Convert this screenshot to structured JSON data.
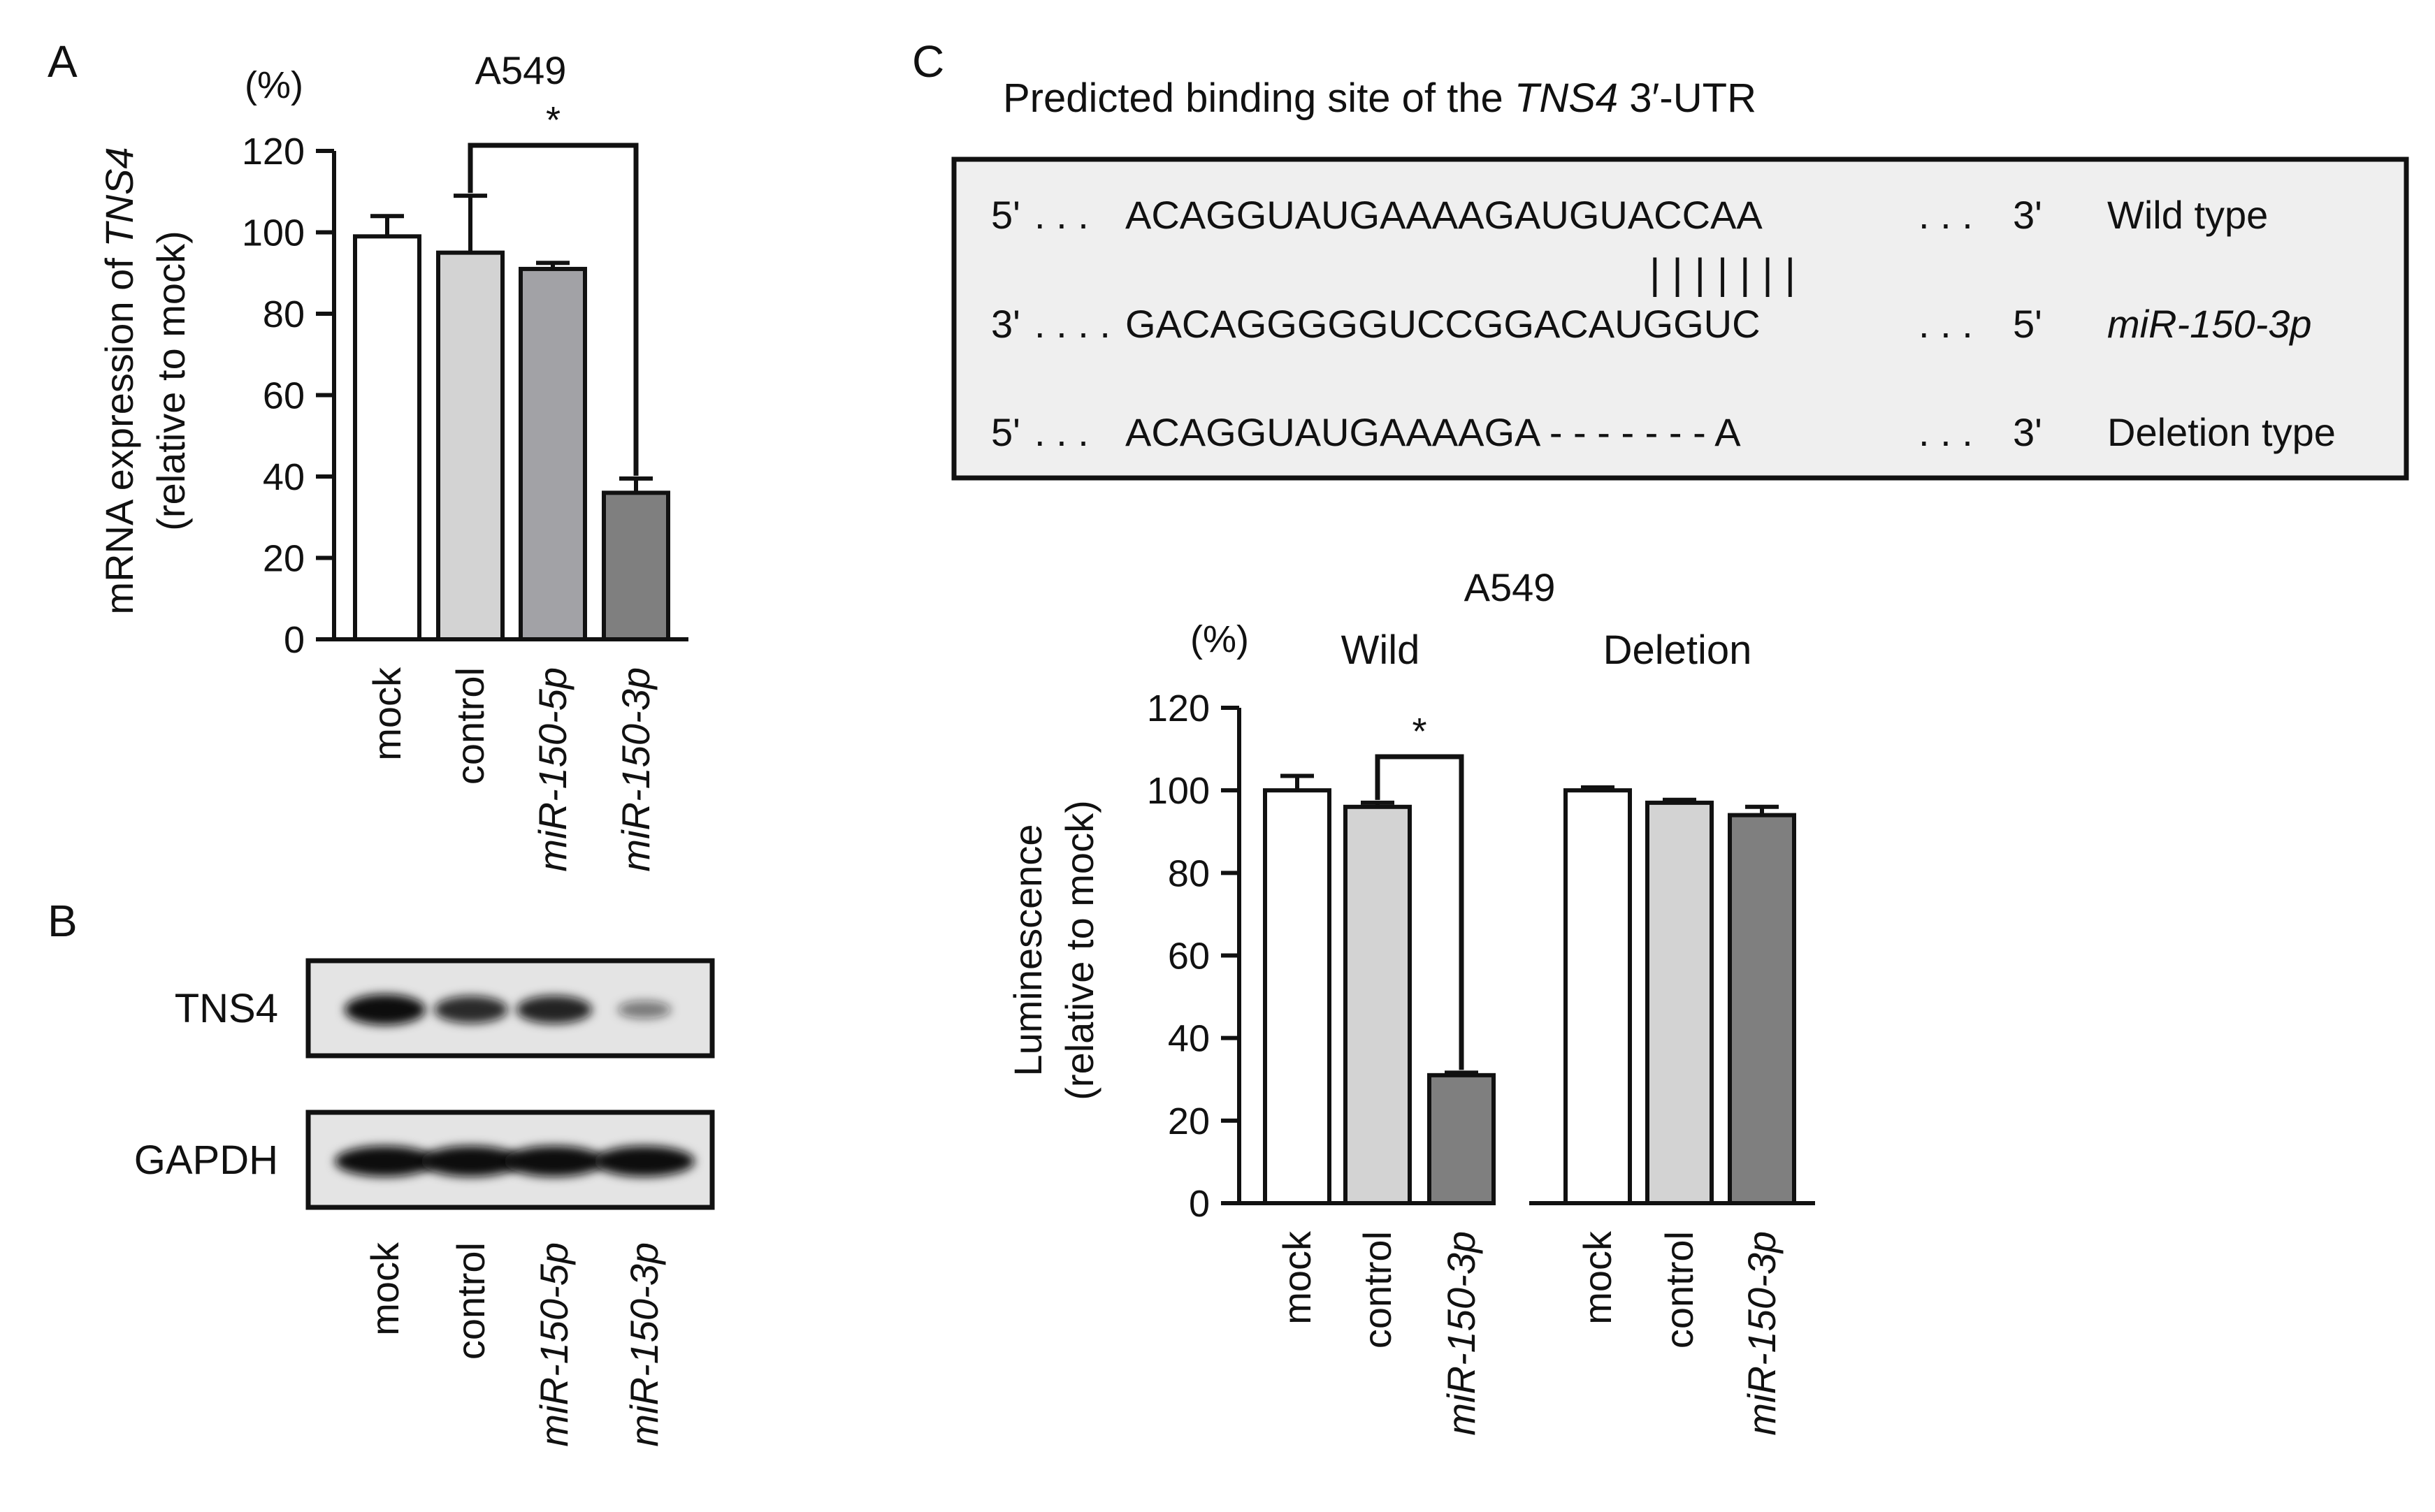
{
  "panel_labels": {
    "a": "A",
    "b": "B",
    "c": "C"
  },
  "colors": {
    "mock": "#ffffff",
    "control": "#d3d3d3",
    "mir5p": "#a2a2a6",
    "mir3p": "#7f7f7f",
    "axis": "#111111",
    "seq_box": "#efefef",
    "blot_bg": "#e4e4e4"
  },
  "chart_data": [
    {
      "type": "bar",
      "panel": "A",
      "title": "A549",
      "unit": "(%)",
      "ylabel_lines": [
        "mRNA expression of TNS4",
        "(relative to mock)"
      ],
      "ylim": [
        0,
        120
      ],
      "yticks": [
        0,
        20,
        40,
        60,
        80,
        100,
        120
      ],
      "categories": [
        "mock",
        "control",
        "miR-150-5p",
        "miR-150-3p"
      ],
      "values": [
        99,
        95,
        91,
        36
      ],
      "errors": [
        5,
        14,
        1.5,
        3.5
      ],
      "significance": {
        "label": "*",
        "from": 1,
        "to": 3
      }
    },
    {
      "type": "bar",
      "panel": "C",
      "title": "A549",
      "unit": "(%)",
      "ylabel_lines": [
        "Luminescence",
        "(relative to mock)"
      ],
      "ylim": [
        0,
        120
      ],
      "yticks": [
        0,
        20,
        40,
        60,
        80,
        100,
        120
      ],
      "groups": [
        "Wild",
        "Deletion"
      ],
      "categories": [
        "mock",
        "control",
        "miR-150-3p",
        "mock",
        "control",
        "miR-150-3p"
      ],
      "values": [
        100,
        96,
        31,
        100,
        97,
        94
      ],
      "errors": [
        3.5,
        1,
        0.6,
        0.7,
        0.7,
        2
      ],
      "significance": {
        "label": "*",
        "from": 1,
        "to": 2
      }
    }
  ],
  "blot": {
    "rows": [
      "TNS4",
      "GAPDH"
    ],
    "lanes": [
      "mock",
      "control",
      "miR-150-5p",
      "miR-150-3p"
    ],
    "intensities": {
      "TNS4": [
        1.0,
        0.8,
        0.85,
        0.25
      ],
      "GAPDH": [
        1.0,
        1.0,
        1.0,
        1.0
      ]
    }
  },
  "sequence": {
    "title_prefix": "Predicted binding site of the ",
    "title_gene": "TNS4",
    "title_suffix": " 3′-UTR",
    "rows": [
      {
        "end5": "5'",
        "dots_left": ". . .",
        "seq": "ACAGGUAUGAAAAGAUGUACCAA",
        "dots_right": ". . .",
        "end3": "3'",
        "label": "Wild type",
        "italic": false
      },
      {
        "end5": "3'",
        "dots_left": ". . . .",
        "seq": "GACAGGGGGUCCGGACAUGGUC",
        "dots_right": ". . .",
        "end3": "5'",
        "label": "miR-150-3p",
        "italic": true
      },
      {
        "end5": "5'",
        "dots_left": ". . .",
        "seq": "ACAGGUAUGAAAAGA - - - - - - - A",
        "dots_right": ". . .",
        "end3": "3'",
        "label": "Deletion type",
        "italic": false
      }
    ],
    "pairing": "| | | | | | |"
  }
}
